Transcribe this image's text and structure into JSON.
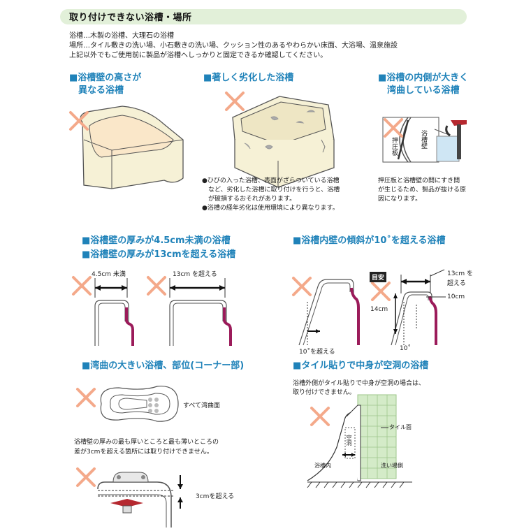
{
  "header": {
    "title": "取り付けできない浴槽・場所"
  },
  "intro": [
    "浴槽…木製の浴槽、大理石の浴槽",
    "場所…タイル敷きの洗い場、小石敷きの洗い場、クッション性のあるやわらかい床面、大浴場、温泉施設",
    "上記以外でもご使用前に製品が浴槽へしっかりと固定できるか確認してください。"
  ],
  "sections": {
    "height": {
      "line1": "■浴槽壁の高さが",
      "line2": "　異なる浴槽"
    },
    "aged": {
      "title": "■著しく劣化した浴槽",
      "notes": [
        "●ひびの入った浴槽、表面がざらついている浴槽",
        "　など、劣化した浴槽に取り付けを行うと、浴槽",
        "　が破損するおそれがあります。",
        "●浴槽の経年劣化は使用環境により異なります。"
      ]
    },
    "curved_inside": {
      "line1": "■浴槽の内側が大きく",
      "line2": "　湾曲している浴槽",
      "label_wall": "浴槽壁",
      "label_plate": "押圧板",
      "notes": [
        "押圧板と浴槽壁の間にすき間",
        "が生じるため、製品が抜ける原",
        "因になります。"
      ]
    },
    "thickness": {
      "line1": "■浴槽壁の厚みが4.5cm未満の浴槽",
      "line2": "■浴槽壁の厚みが13cmを超える浴槽",
      "label_thin": "4.5cm 未満",
      "label_thick": "13cm を超える"
    },
    "incline": {
      "title": "■浴槽内壁の傾斜が10˚を超える浴槽",
      "label_angle": "10˚を超える",
      "badge": "目安",
      "label_13a": "13cm を",
      "label_13b": "超える",
      "label_10cm": "10cm",
      "label_14cm": "14cm",
      "label_10deg": "10˚"
    },
    "corner": {
      "title": "■湾曲の大きい浴槽、部位(コーナー部)",
      "label_all": "すべて湾曲面",
      "notes": [
        "浴槽壁の厚みの最も厚いところと最も薄いところの",
        "差が3cmを超える箇所には取り付けできません。"
      ],
      "label_3cm": "3cmを超える"
    },
    "tile": {
      "title": "■タイル貼りで中身が空洞の浴槽",
      "notes": [
        "浴槽外側がタイル貼りで中身が空洞の場合は、",
        "取り付けできません。"
      ],
      "label_tile": "タイル面",
      "label_hollow": "空洞",
      "label_inside": "浴槽内",
      "label_wash": "洗い場側"
    }
  },
  "colors": {
    "title_blue": "#1f82b9",
    "banner_green": "#e2f0d9",
    "cross": "#f4a98a",
    "wall": "#9b1b5a",
    "tub": "#f6f1d6"
  }
}
